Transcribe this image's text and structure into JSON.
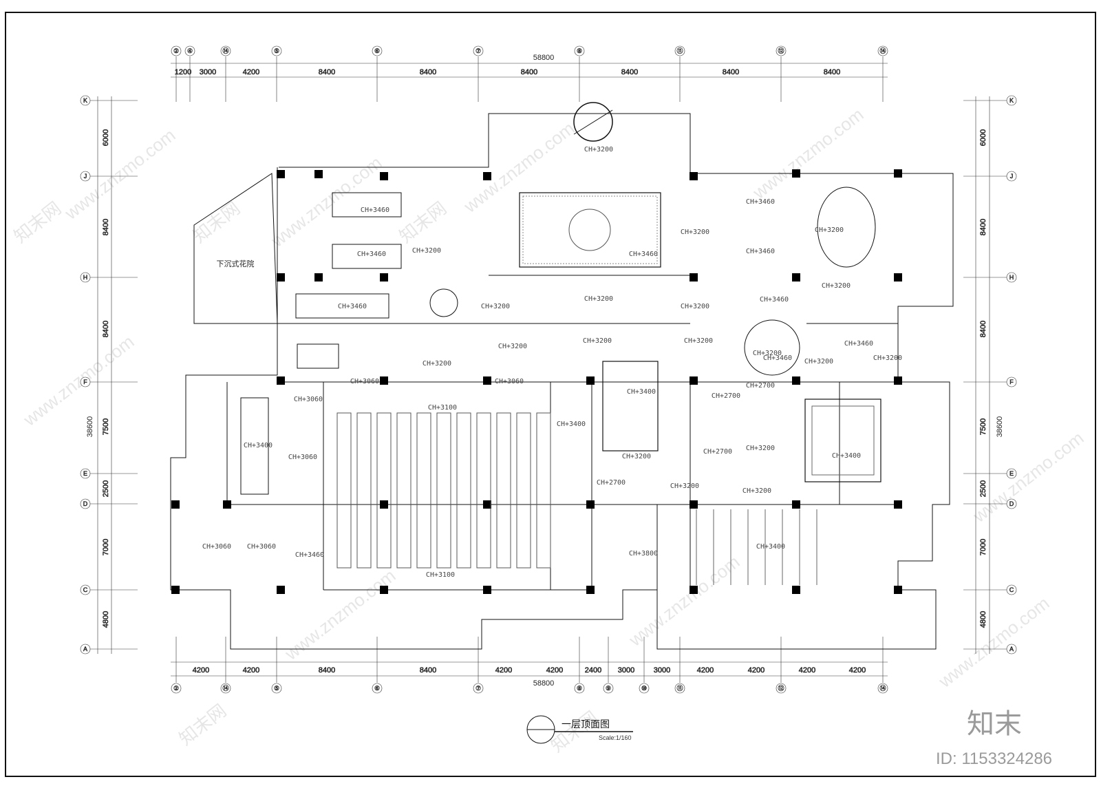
{
  "drawing": {
    "title": "一层顶面图",
    "scale": "Scale:1/160",
    "sunken_garden": "下沉式花院",
    "total_dim_top": "58800",
    "total_dim_bottom": "58800",
    "total_dim_left": "38600",
    "total_dim_right": "38600",
    "top_axes": [
      "②",
      "④",
      "⑭",
      "⑤",
      "⑥",
      "⑦",
      "⑧",
      "⑪",
      "⑫",
      "⑭"
    ],
    "bottom_axes": [
      "②",
      "⑭",
      "⑤",
      "⑥",
      "⑦",
      "⑧",
      "⑨",
      "⑩",
      "⑪",
      "⑫",
      "⑭"
    ],
    "row_axes": [
      "K",
      "J",
      "H",
      "F",
      "E",
      "D",
      "C",
      "A"
    ],
    "top_dims": [
      "1200",
      "3000",
      "4200",
      "8400",
      "8400",
      "8400",
      "8400",
      "8400",
      "8400"
    ],
    "bottom_dims": [
      "4200",
      "4200",
      "8400",
      "8400",
      "4200",
      "4200",
      "2400",
      "3000",
      "3000",
      "4200",
      "4200",
      "4200",
      "4200"
    ],
    "side_dims": [
      "6000",
      "8400",
      "8400",
      "7500",
      "2500",
      "7000",
      "4800"
    ],
    "ceiling_heights": [
      "CH+3200",
      "CH+3460",
      "CH+3460",
      "CH+3200",
      "CH+3460",
      "CH+3460",
      "CH+3200",
      "CH+3200",
      "CH+3460",
      "CH+3460",
      "CH+3200",
      "CH+3460",
      "CH+3200",
      "CH+3200",
      "CH+3200",
      "CH+3200",
      "CH+3200",
      "CH+3200",
      "CH+3460",
      "CH+3460",
      "CH+3200",
      "CH+3200",
      "CH+3200",
      "CH+3060",
      "CH+3060",
      "CH+3060",
      "CH+3100",
      "CH+3400",
      "CH+3400",
      "CH+3060",
      "CH+3400",
      "CH+2700",
      "CH+2700",
      "CH+2700",
      "CH+3200",
      "CH+3200",
      "CH+3400",
      "CH+2700",
      "CH+3200",
      "CH+3200",
      "CH+3200",
      "CH+3060",
      "CH+3060",
      "CH+3460",
      "CH+3100",
      "CH+3800",
      "CH+3400"
    ],
    "watermark": "www.znzmo.com",
    "watermark_cn": "知末网",
    "brand": "知末",
    "id_label": "ID: 1153324286"
  },
  "colors": {
    "line": "#111111",
    "hatch": "#555555",
    "column": "#000000",
    "watermark": "#c8c8c8"
  }
}
